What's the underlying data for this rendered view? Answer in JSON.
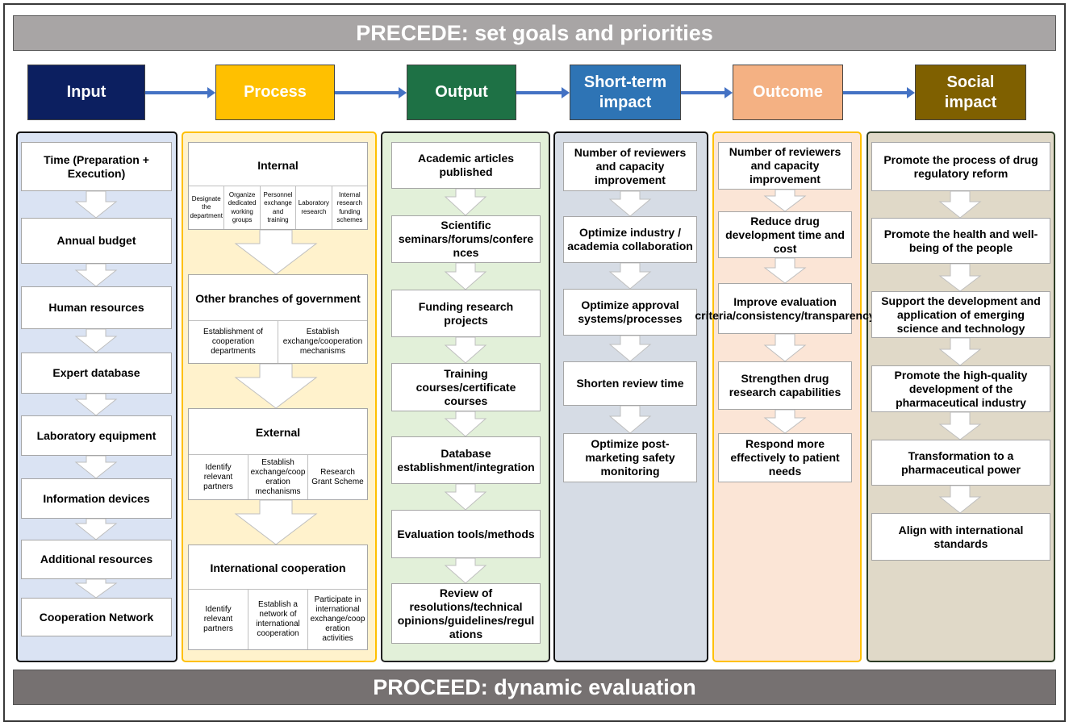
{
  "banners": {
    "top": "PRECEDE: set goals and priorities",
    "bottom": "PROCEED: dynamic evaluation"
  },
  "stages": [
    "Input",
    "Process",
    "Output",
    "Short-term impact",
    "Outcome",
    "Social impact"
  ],
  "input": [
    "Time (Preparation + Execution)",
    "Annual budget",
    "Human resources",
    "Expert database",
    "Laboratory equipment",
    "Information devices",
    "Additional resources",
    "Cooperation Network"
  ],
  "process": [
    {
      "title": "Internal",
      "subs": [
        "Designate the department",
        "Organize dedicated working groups",
        "Personnel exchange and training",
        "Laboratory research",
        "Internal research funding schemes"
      ]
    },
    {
      "title": "Other branches of government",
      "subs": [
        "Establishment of cooperation departments",
        "Establish exchange/cooperation mechanisms"
      ]
    },
    {
      "title": "External",
      "subs": [
        "Identify relevant partners",
        "Establish exchange/cooperation mechanisms",
        "Research Grant Scheme"
      ]
    },
    {
      "title": "International cooperation",
      "subs": [
        "Identify relevant partners",
        "Establish a network of international cooperation",
        "Participate in international exchange/cooperation activities"
      ]
    }
  ],
  "output": [
    "Academic articles published",
    "Scientific seminars/forums/conferences",
    "Funding research projects",
    "Training courses/certificate courses",
    "Database establishment/integration",
    "Evaluation tools/methods",
    "Review of resolutions/technical opinions/guidelines/regulations"
  ],
  "short_term": [
    "Number of reviewers and capacity improvement",
    "Optimize industry / academia collaboration",
    "Optimize approval systems/processes",
    "Shorten review time",
    "Optimize post-marketing safety monitoring"
  ],
  "outcome": [
    "Number of reviewers and capacity improvement",
    "Reduce drug development time and cost",
    "Improve evaluation criteria/consistency/transparency",
    "Strengthen drug research capabilities",
    "Respond more effectively to patient needs"
  ],
  "social": [
    "Promote the process of drug regulatory reform",
    "Promote the health and well-being of the people",
    "Support the development and application of emerging science and technology",
    "Promote the high-quality development of the pharmaceutical industry",
    "Transformation to a pharmaceutical power",
    "Align with international standards"
  ],
  "colors": {
    "input": "#0c1f60",
    "process": "#ffc000",
    "output": "#1e7145",
    "short_term": "#2e74b5",
    "outcome": "#f4b183",
    "social": "#7f6000",
    "connector": "#4472c4"
  }
}
